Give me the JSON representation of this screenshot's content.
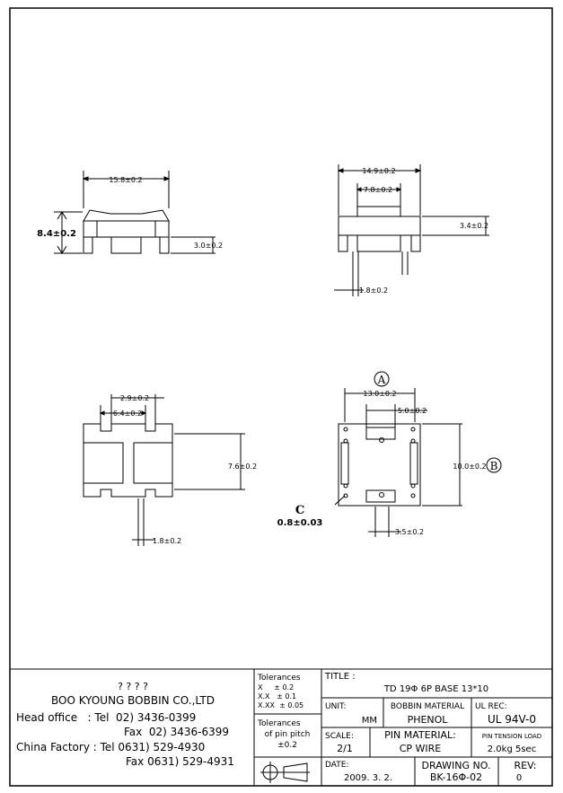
{
  "drawing": {
    "dims": {
      "side_width": "15.8±0.2",
      "side_height": "8.4±0.2",
      "side_foot": "3.0±0.2",
      "front_width": "14.9±0.2",
      "front_top": "7.8±0.2",
      "front_height": "3.4±0.2",
      "front_pin": "1.8±0.2",
      "bottom_pitch": "2.9±0.2",
      "bottom_gap": "6.4±0.2",
      "bottom_height": "7.6±0.2",
      "bottom_pin": "1.8±0.2",
      "top_width": "13.0±0.2",
      "top_slot": "5.0±0.2",
      "top_height": "10.0±0.2",
      "top_slot2": "3.5±0.2",
      "marker_a": "A",
      "marker_b": "B",
      "callout_c": "C",
      "callout_c_value": "0.8±0.03"
    }
  },
  "title_block": {
    "company_korean": "? ? ? ?",
    "company_name": "BOO KYOUNG BOBBIN CO.,LTD",
    "head_office_tel": "Head office   : Tel  02) 3436-0399",
    "head_office_fax": "Fax  02) 3436-6399",
    "china_tel": "China Factory : Tel 0631) 529-4930",
    "china_fax": "Fax 0631) 529-4931",
    "tolerances_title": "Tolerances",
    "tol_x": "X     ± 0.2",
    "tol_xx": "X.X   ± 0.1",
    "tol_xxx": "X.XX  ± 0.05",
    "pin_tol_title": "Tolerances",
    "pin_tol_sub": "of pin pitch",
    "pin_tol_value": "±0.2",
    "title_label": "TITLE :",
    "title_value": "TD 19Φ 6P BASE 13*10",
    "unit_label": "UNIT:",
    "unit_value": "MM",
    "bobbin_label": "BOBBIN MATERIAL",
    "bobbin_value": "PHENOL",
    "ul_label": "UL REC:",
    "ul_value": "UL 94V-0",
    "scale_label": "SCALE:",
    "scale_value": "2/1",
    "pin_mat_label": "PIN MATERIAL:",
    "pin_mat_value": "CP WIRE",
    "pin_load_label": "PIN TENSION LOAD",
    "pin_load_value": "2.0kg 5sec",
    "date_label": "DATE:",
    "date_value": "2009. 3. 2.",
    "drawing_no_label": "DRAWING NO.",
    "drawing_no_value": "BK-16Φ-02",
    "rev_label": "REV:",
    "rev_value": "0"
  }
}
